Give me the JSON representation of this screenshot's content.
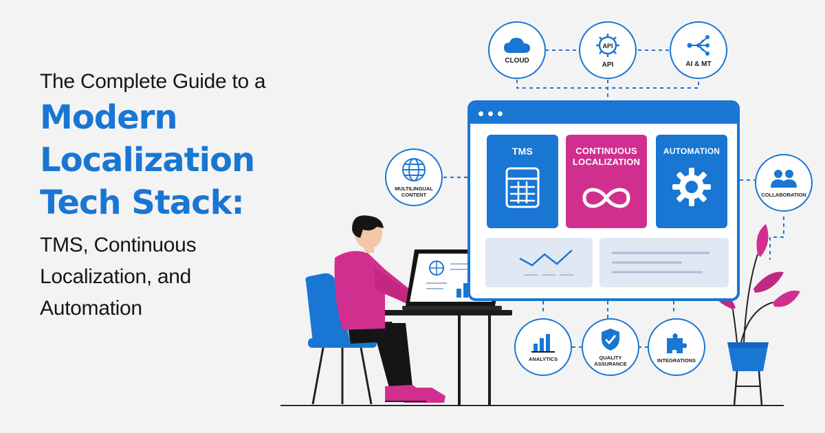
{
  "header": {
    "kicker": "The Complete Guide to a",
    "title_lines": [
      "Modern",
      "Localization",
      "Tech Stack:"
    ],
    "subtitle_lines": [
      "TMS, Continuous",
      "Localization, and",
      "Automation"
    ]
  },
  "nodes": {
    "cloud": {
      "label": "CLOUD",
      "icon": "cloud-icon"
    },
    "api": {
      "label": "API",
      "badge": "API",
      "icon": "api-gear-icon"
    },
    "ai_mt": {
      "label": "AI & MT",
      "icon": "network-icon"
    },
    "multilingual": {
      "label": "MULTILINGUAL CONTENT",
      "icon": "globe-icon"
    },
    "collaboration": {
      "label": "COLLABORATION",
      "icon": "people-icon"
    },
    "analytics": {
      "label": "ANALYTICS",
      "icon": "bar-chart-icon"
    },
    "quality": {
      "label": "QUALITY ASSURANCE",
      "icon": "shield-check-icon"
    },
    "integrations": {
      "label": "INTEGRATIONS",
      "icon": "puzzle-icon"
    }
  },
  "dashboard": {
    "tiles": {
      "tms": {
        "label": "TMS",
        "icon": "spreadsheet-icon"
      },
      "continuous": {
        "label": "CONTINUOUS LOCALIZATION",
        "icon": "infinity-icon"
      },
      "automation": {
        "label": "AUTOMATION",
        "icon": "gear-icon"
      }
    }
  },
  "colors": {
    "accent_blue": "#1976d2",
    "accent_pink": "#d12f8f",
    "background": "#f3f3f4",
    "text_dark": "#161616"
  }
}
